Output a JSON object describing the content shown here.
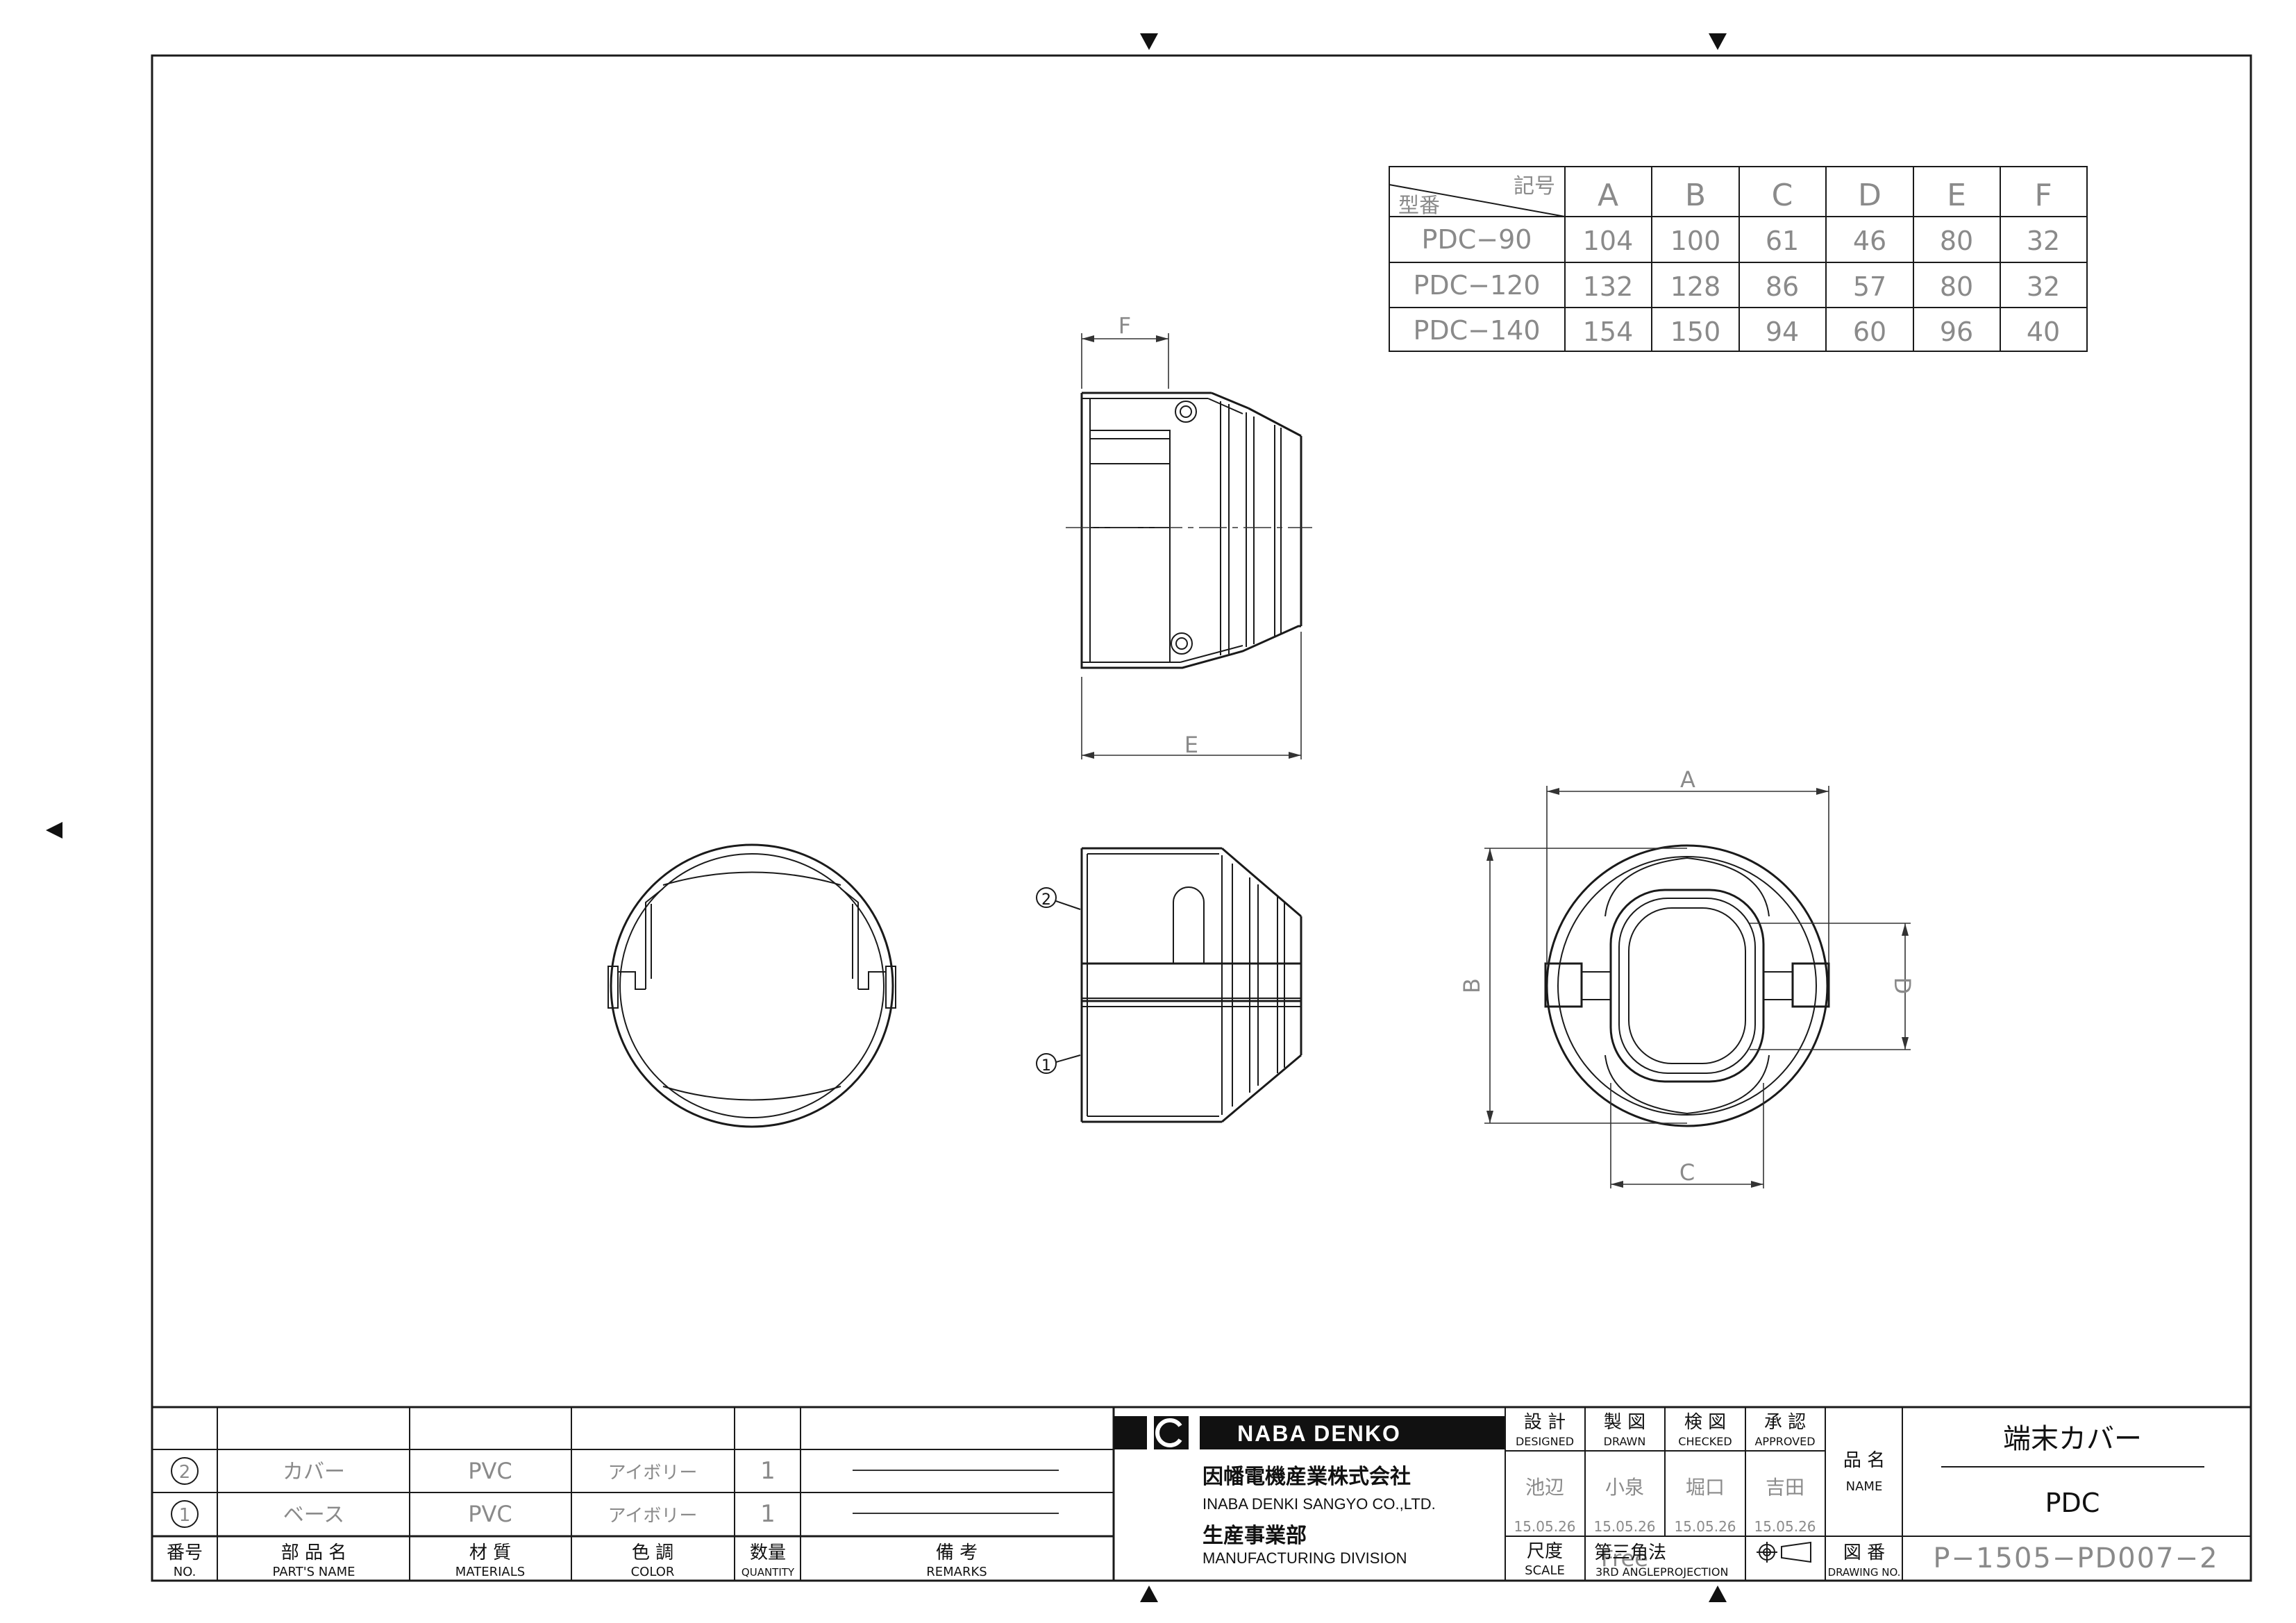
{
  "spec_table": {
    "header_symbol": "記号",
    "header_model": "型番",
    "columns": [
      "A",
      "B",
      "C",
      "D",
      "E",
      "F"
    ],
    "rows": [
      {
        "model": "PDC−90",
        "values": [
          "104",
          "100",
          "61",
          "46",
          "80",
          "32"
        ]
      },
      {
        "model": "PDC−120",
        "values": [
          "132",
          "128",
          "86",
          "57",
          "80",
          "32"
        ]
      },
      {
        "model": "PDC−140",
        "values": [
          "154",
          "150",
          "94",
          "60",
          "96",
          "40"
        ]
      }
    ]
  },
  "dimension_labels": {
    "a": "A",
    "b": "B",
    "c": "C",
    "d": "D",
    "e": "E",
    "f": "F"
  },
  "part_callouts": {
    "p1": "1",
    "p2": "2"
  },
  "parts_list": {
    "rows": [
      {
        "no": "2",
        "name": "カバー",
        "material": "PVC",
        "color": "アイボリー",
        "qty": "1"
      },
      {
        "no": "1",
        "name": "ベース",
        "material": "PVC",
        "color": "アイボリー",
        "qty": "1"
      }
    ],
    "headers": {
      "no_jp": "番号",
      "no_en": "NO.",
      "name_jp": "部 品 名",
      "name_en": "PART'S NAME",
      "mat_jp": "材 質",
      "mat_en": "MATERIALS",
      "color_jp": "色 調",
      "color_en": "COLOR",
      "qty_jp": "数量",
      "qty_en": "QUANTITY",
      "rem_jp": "備 考",
      "rem_en": "REMARKS"
    }
  },
  "company": {
    "logo_text": "NABA DENKO",
    "name_jp": "因幡電機産業株式会社",
    "name_en": "INABA DENKI SANGYO CO.,LTD.",
    "division_jp": "生産事業部",
    "division_en": "MANUFACTURING DIVISION"
  },
  "approval": {
    "designed_jp": "設 計",
    "designed_en": "DESIGNED",
    "drawn_jp": "製 図",
    "drawn_en": "DRAWN",
    "checked_jp": "検 図",
    "checked_en": "CHECKED",
    "approved_jp": "承 認",
    "approved_en": "APPROVED",
    "designed_by": "池辺",
    "drawn_by": "小泉",
    "checked_by": "堀口",
    "approved_by": "吉田",
    "designed_date": "15.05.26",
    "drawn_date": "15.05.26",
    "checked_date": "15.05.26",
    "approved_date": "15.05.26",
    "scale_jp": "尺度",
    "scale_en": "SCALE",
    "scale_value": "Free",
    "projection_jp": "第三角法",
    "projection_en": "3RD ANGLEPROJECTION"
  },
  "title_block": {
    "name_label_jp": "品 名",
    "name_label_en": "NAME",
    "product_name_jp": "端末カバー",
    "product_code": "PDC",
    "drawing_label_jp": "図 番",
    "drawing_label_en": "DRAWING NO.",
    "drawing_no": "P−1505−PD007−2"
  }
}
